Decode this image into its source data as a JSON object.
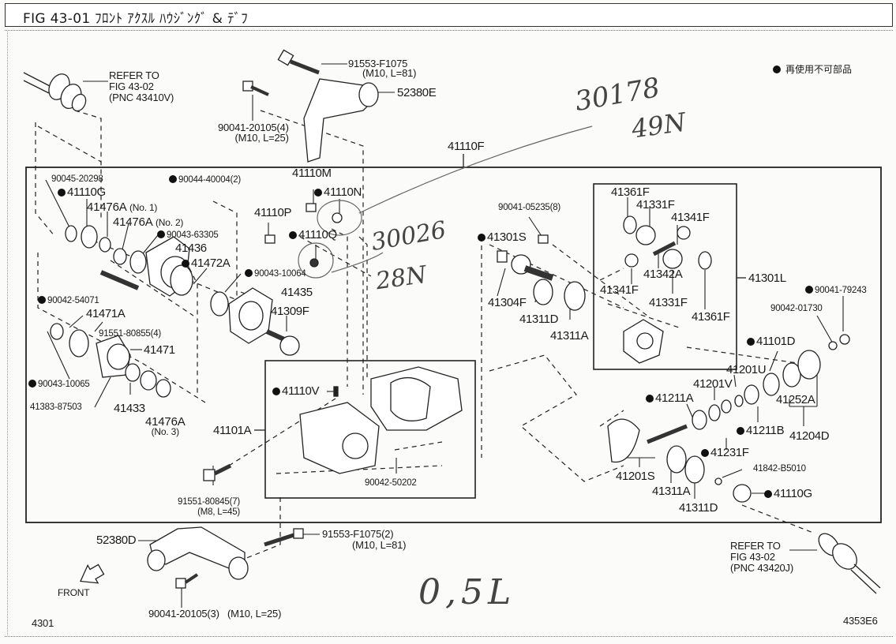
{
  "figure": {
    "title": "FIG 43-01 ﾌﾛﾝﾄ ｱｸｽﾙ ﾊｳｼﾞﾝｸﾞ & ﾃﾞﾌ",
    "legend_text": "再使用不可部品",
    "legend_icon": "filled-circle-icon",
    "page_code_left": "4301",
    "page_code_right": "4353E6",
    "front_label": "FRONT",
    "accent_color": "#111111"
  },
  "references": {
    "left": {
      "line1": "REFER TO",
      "line2": "FIG  43-02",
      "line3": "(PNC 43410V)"
    },
    "right": {
      "line1": "REFER TO",
      "line2": "FIG  43-02",
      "line3": "(PNC 43420J)"
    }
  },
  "parts": {
    "p91553_top": {
      "number": "91553-F1075",
      "spec": "(M10, L=81)"
    },
    "p52380E": {
      "number": "52380E"
    },
    "p90041_20105_4": {
      "number": "90041-20105(4)",
      "spec": "(M10, L=25)"
    },
    "p41110F": {
      "number": "41110F"
    },
    "p90045_20298": {
      "number": "90045-20298"
    },
    "p41110G_left": {
      "number": "41110G"
    },
    "p41476A_1": {
      "number": "41476A",
      "note": "(No. 1)"
    },
    "p41476A_2": {
      "number": "41476A",
      "note": "(No. 2)"
    },
    "p90044_40004": {
      "number": "90044-40004(2)"
    },
    "p90043_63305": {
      "number": "90043-63305"
    },
    "p41436": {
      "number": "41436"
    },
    "p41472A": {
      "number": "41472A"
    },
    "p41110M": {
      "number": "41110M"
    },
    "p41110N": {
      "number": "41110N"
    },
    "p41110P": {
      "number": "41110P"
    },
    "p41110Q": {
      "number": "41110Q"
    },
    "p90043_10064": {
      "number": "90043-10064"
    },
    "p41435": {
      "number": "41435"
    },
    "p41309F": {
      "number": "41309F"
    },
    "p90042_54071": {
      "number": "90042-54071"
    },
    "p41471A": {
      "number": "41471A"
    },
    "p91551_80855": {
      "number": "91551-80855(4)"
    },
    "p41471": {
      "number": "41471"
    },
    "p90043_10065": {
      "number": "90043-10065"
    },
    "p41383_87503": {
      "number": "41383-87503"
    },
    "p41433": {
      "number": "41433"
    },
    "p41476A_3": {
      "number": "41476A",
      "note": "(No. 3)"
    },
    "p41101A": {
      "number": "41101A"
    },
    "p41110V": {
      "number": "41110V"
    },
    "p90042_50202": {
      "number": "90042-50202"
    },
    "p91551_80845": {
      "number": "91551-80845(7)",
      "spec": "(M8, L=45)"
    },
    "p90041_05235": {
      "number": "90041-05235(8)"
    },
    "p41301S": {
      "number": "41301S"
    },
    "p41304F": {
      "number": "41304F"
    },
    "p41311D_top": {
      "number": "41311D"
    },
    "p41311A_top": {
      "number": "41311A"
    },
    "p41361F_top": {
      "number": "41361F"
    },
    "p41331F_top": {
      "number": "41331F"
    },
    "p41341F_top": {
      "number": "41341F"
    },
    "p41342A": {
      "number": "41342A"
    },
    "p41341F_bot": {
      "number": "41341F"
    },
    "p41331F_bot": {
      "number": "41331F"
    },
    "p41361F_bot": {
      "number": "41361F"
    },
    "p41301L": {
      "number": "41301L"
    },
    "p90041_79243": {
      "number": "90041-79243"
    },
    "p90042_01730": {
      "number": "90042-01730"
    },
    "p41101D": {
      "number": "41101D"
    },
    "p41201U": {
      "number": "41201U"
    },
    "p41201V": {
      "number": "41201V"
    },
    "p41211A": {
      "number": "41211A"
    },
    "p41252A": {
      "number": "41252A"
    },
    "p41211B": {
      "number": "41211B"
    },
    "p41204D": {
      "number": "41204D"
    },
    "p41231F": {
      "number": "41231F"
    },
    "p41201S": {
      "number": "41201S"
    },
    "p41842_B5010": {
      "number": "41842-B5010"
    },
    "p41311A_bot": {
      "number": "41311A"
    },
    "p41110G_right": {
      "number": "41110G"
    },
    "p41311D_bot": {
      "number": "41311D"
    },
    "p52380D": {
      "number": "52380D"
    },
    "p91553_bot": {
      "number": "91553-F1075(2)",
      "spec": "(M10, L=81)"
    },
    "p90041_20105_3": {
      "number": "90041-20105(3)",
      "spec": "(M10, L=25)"
    }
  },
  "handwriting": {
    "note_top_1": "30178",
    "note_top_2": "49N",
    "note_mid_1": "30026",
    "note_mid_2": "28N",
    "note_bottom": "0,5L"
  }
}
